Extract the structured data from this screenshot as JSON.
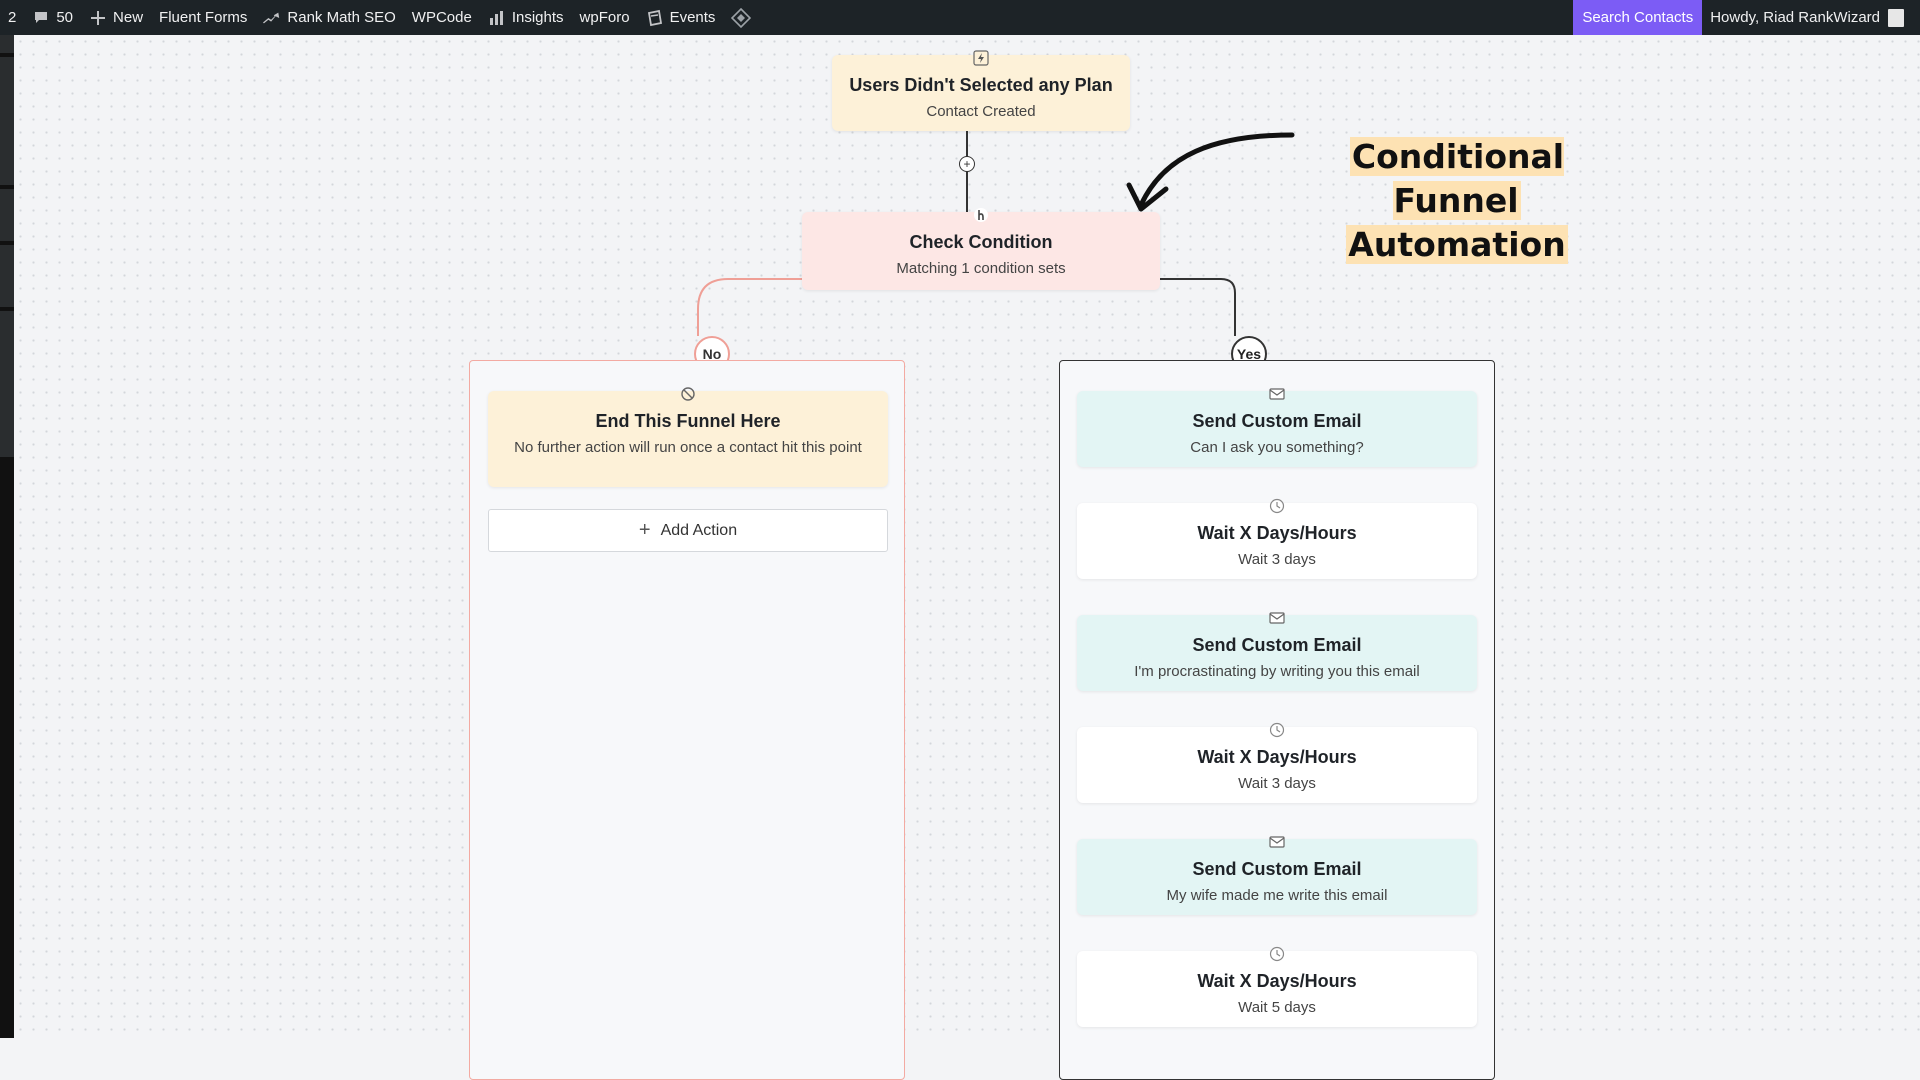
{
  "adminbar": {
    "items": [
      {
        "label": "2"
      },
      {
        "label": "50",
        "icon": "comment-icon"
      },
      {
        "label": "New",
        "icon": "plus-icon"
      },
      {
        "label": "Fluent Forms"
      },
      {
        "label": "Rank Math SEO",
        "icon": "rank-math-icon"
      },
      {
        "label": "WPCode"
      },
      {
        "label": "Insights",
        "icon": "bar-chart-icon"
      },
      {
        "label": "wpForo"
      },
      {
        "label": "Events",
        "icon": "events-icon"
      }
    ],
    "search_contacts": "Search Contacts",
    "howdy": "Howdy, Riad RankWizard"
  },
  "funnel": {
    "trigger": {
      "title": "Users Didn't Selected any Plan",
      "subtitle": "Contact Created",
      "icon": "lightning-icon"
    },
    "condition": {
      "title": "Check Condition",
      "subtitle": "Matching 1 condition sets",
      "icon": "branch-icon"
    },
    "no_label": "No",
    "yes_label": "Yes",
    "no_branch": {
      "end": {
        "title": "End This Funnel Here",
        "subtitle": "No further action will run once a contact hit this point"
      },
      "add_action": "Add Action"
    },
    "yes_branch": [
      {
        "title": "Send Custom Email",
        "subtitle": "Can I ask you something?",
        "kind": "email"
      },
      {
        "title": "Wait X Days/Hours",
        "subtitle": "Wait 3 days",
        "kind": "wait"
      },
      {
        "title": "Send Custom Email",
        "subtitle": "I'm procrastinating by writing you this email",
        "kind": "email"
      },
      {
        "title": "Wait X Days/Hours",
        "subtitle": "Wait 3 days",
        "kind": "wait"
      },
      {
        "title": "Send Custom Email",
        "subtitle": "My wife made me write this email",
        "kind": "email"
      },
      {
        "title": "Wait X Days/Hours",
        "subtitle": "Wait 5 days",
        "kind": "wait"
      }
    ]
  },
  "annotation": {
    "line1": "Conditional Funnel",
    "line2": "Automation"
  },
  "colors": {
    "accent": "#7c5cf5",
    "trigger_bg": "#fdf1d8",
    "condition_bg": "#fde7e5",
    "email_bg": "#e3f5f4",
    "no_branch": "#f3aaa2"
  }
}
